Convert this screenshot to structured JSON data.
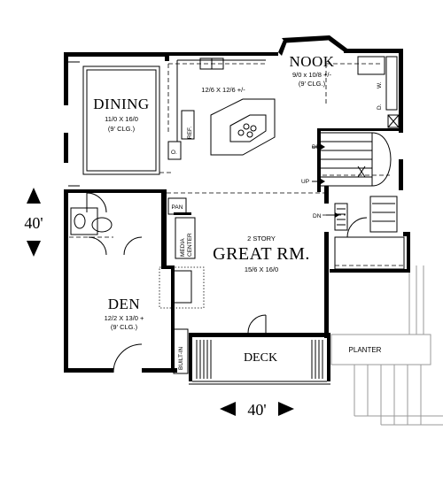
{
  "rooms": {
    "nook": {
      "name": "NOOK",
      "size": "9/0 x 10/8 +/-",
      "ceiling": "(9' CLG.)"
    },
    "dining": {
      "name": "DINING",
      "size": "11/0 X 16/0",
      "ceiling": "(9' CLG.)"
    },
    "kitchen": {
      "size": "12/6 X 12/6 +/-"
    },
    "great_room": {
      "prefix": "2 STORY",
      "name": "GREAT RM.",
      "size": "15/6 X 16/0"
    },
    "den": {
      "name": "DEN",
      "size": "12/2 X 13/0 +",
      "ceiling": "(9' CLG.)"
    },
    "deck": {
      "name": "DECK"
    },
    "planter": {
      "name": "PLANTER"
    }
  },
  "labels": {
    "ref": "REF.",
    "oven": "O.",
    "pan": "PAN",
    "media": "MEDIA",
    "center": "CENTER",
    "built_in": "BUILT-IN",
    "dn1": "DN",
    "up": "UP",
    "dn2": "DN",
    "washer": "W.",
    "dryer": "D."
  },
  "dimensions": {
    "vertical": "40'",
    "horizontal": "40'"
  }
}
